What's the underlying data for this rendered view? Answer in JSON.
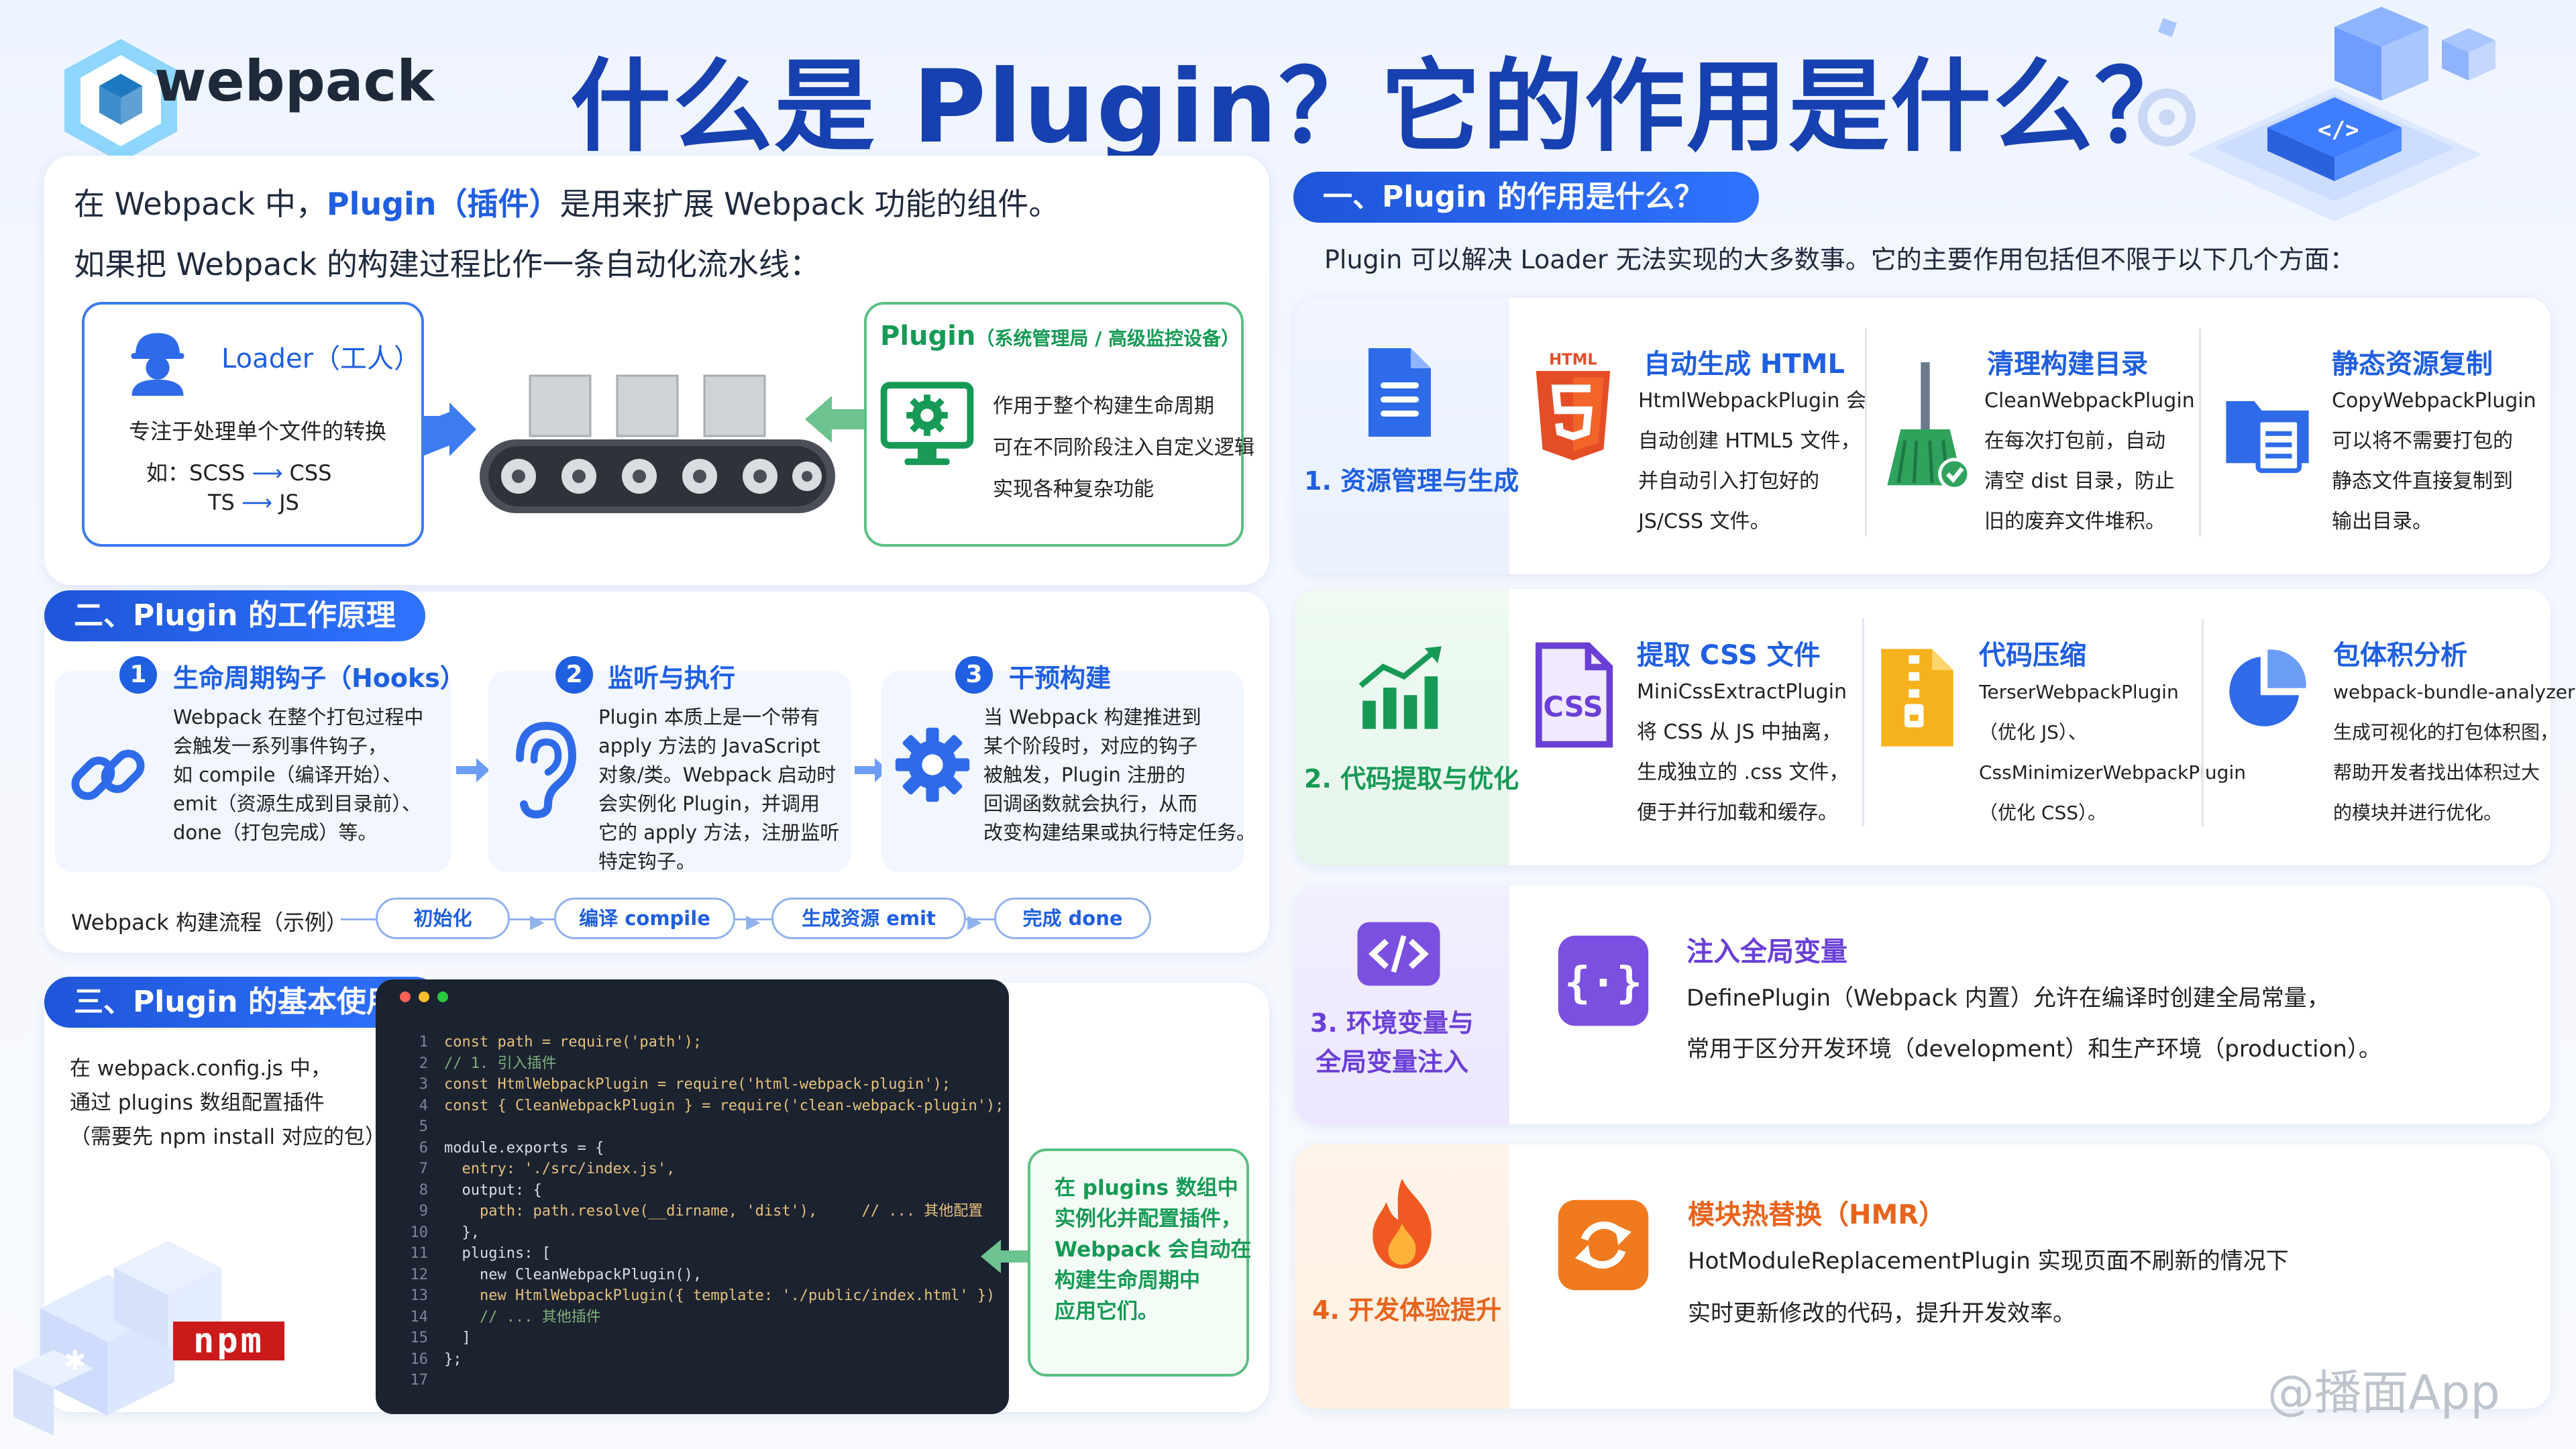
{
  "header": {
    "logo_text": "webpack",
    "title": "什么是 Plugin？它的作用是什么？"
  },
  "intro": {
    "line1_prefix": "在 Webpack 中，",
    "line1_highlight": "Plugin（插件）",
    "line1_suffix": "是用来扩展 Webpack 功能的组件。",
    "line2": "如果把 Webpack 的构建过程比作一条自动化流水线：",
    "loader_title": "Loader（工人）",
    "loader_desc": "专注于处理单个文件的转换",
    "loader_ex1_prefix": "如：SCSS",
    "loader_ex1_suffix": "CSS",
    "loader_ex2_prefix": "TS",
    "loader_ex2_suffix": "JS",
    "plugin_title": "Plugin",
    "plugin_title_sub": "（系统管理局 / 高级监控设备）",
    "plugin_desc1": "作用于整个构建生命周期",
    "plugin_desc2": "可在不同阶段注入自定义逻辑",
    "plugin_desc3": "实现各种复杂功能"
  },
  "section2": {
    "label": "二、Plugin 的工作原理",
    "steps": [
      {
        "num": "1",
        "title": "生命周期钩子（Hooks）",
        "text": "Webpack 在整个打包过程中\n会触发一系列事件钩子，\n如 compile（编译开始）、\nemit（资源生成到目录前）、\ndone（打包完成）等。"
      },
      {
        "num": "2",
        "title": "监听与执行",
        "text": "Plugin 本质上是一个带有\napply 方法的 JavaScript\n对象/类。Webpack 启动时\n会实例化 Plugin，并调用\n它的 apply 方法，注册监听\n特定钩子。"
      },
      {
        "num": "3",
        "title": "干预构建",
        "text": "当 Webpack 构建推进到\n某个阶段时，对应的钩子\n被触发，Plugin 注册的\n回调函数就会执行，从而\n改变构建结果或执行特定任务。"
      }
    ],
    "flow_label": "Webpack 构建流程（示例）",
    "flow": [
      "初始化",
      "编译 compile",
      "生成资源 emit",
      "完成 done"
    ]
  },
  "section3": {
    "label": "三、Plugin 的基本使用方式",
    "desc": "在 webpack.config.js 中，\n通过 plugins 数组配置插件\n（需要先 npm install 对应的包）：",
    "npm_logo": "npm",
    "code_lines": [
      "const path = require('path');",
      "// 1. 引入插件",
      "const HtmlWebpackPlugin = require('html-webpack-plugin');",
      "const { CleanWebpackPlugin } = require('clean-webpack-plugin');",
      "",
      "module.exports = {",
      "  entry: './src/index.js',",
      "  output: {",
      "    path: path.resolve(__dirname, 'dist'),     // ... 其他配置",
      "  },",
      "  plugins: [",
      "    new CleanWebpackPlugin(),",
      "    new HtmlWebpackPlugin({ template: './public/index.html' })",
      "    // ... 其他插件",
      "  ]",
      "};",
      ""
    ],
    "note": "在 plugins 数组中\n实例化并配置插件，\nWebpack 会自动在\n构建生命周期中\n应用它们。"
  },
  "section1": {
    "label": "一、Plugin 的作用是什么？",
    "desc": "Plugin 可以解决 Loader 无法实现的大多数事。它的主要作用包括但不限于以下几个方面：",
    "rows": [
      {
        "heading": "1. 资源管理与生成",
        "items": [
          {
            "title": "自动生成 HTML",
            "badge": "HTML",
            "text": "HtmlWebpackPlugin 会\n自动创建 HTML5 文件，\n并自动引入打包好的\nJS/CSS 文件。"
          },
          {
            "title": "清理构建目录",
            "text": "CleanWebpackPlugin\n在每次打包前，自动\n清空 dist 目录，防止\n旧的废弃文件堆积。"
          },
          {
            "title": "静态资源复制",
            "text": "CopyWebpackPlugin\n可以将不需要打包的\n静态文件直接复制到\n输出目录。"
          }
        ]
      },
      {
        "heading": "2. 代码提取与优化",
        "items": [
          {
            "title": "提取 CSS 文件",
            "badge": "CSS",
            "text": "MiniCssExtractPlugin\n将 CSS 从 JS 中抽离，\n生成独立的 .css 文件，\n便于并行加载和缓存。"
          },
          {
            "title": "代码压缩",
            "text": "TerserWebpackPlugin\n（优化 JS）、\nCssMinimizerWebpackPlugin\n（优化 CSS）。"
          },
          {
            "title": "包体积分析",
            "text": "webpack-bundle-analyzer\n生成可视化的打包体积图，\n帮助开发者找出体积过大\n的模块并进行优化。"
          }
        ]
      },
      {
        "heading": "3. 环境变量与\n全局变量注入",
        "title": "注入全局变量",
        "text1": "DefinePlugin（Webpack 内置）允许在编译时创建全局常量，",
        "text2": "常用于区分开发环境（development）和生产环境（production）。"
      },
      {
        "heading": "4. 开发体验提升",
        "title": "模块热替换（HMR）",
        "text1": "HotModuleReplacementPlugin 实现页面不刷新的情况下",
        "text2": "实时更新修改的代码，提升开发效率。"
      }
    ]
  },
  "watermark": "@播面App",
  "colors": {
    "primary": "#1f5fe0",
    "green": "#169a55",
    "purple": "#6a3fd6",
    "orange": "#e8641c",
    "code_bg": "#1b2230"
  }
}
